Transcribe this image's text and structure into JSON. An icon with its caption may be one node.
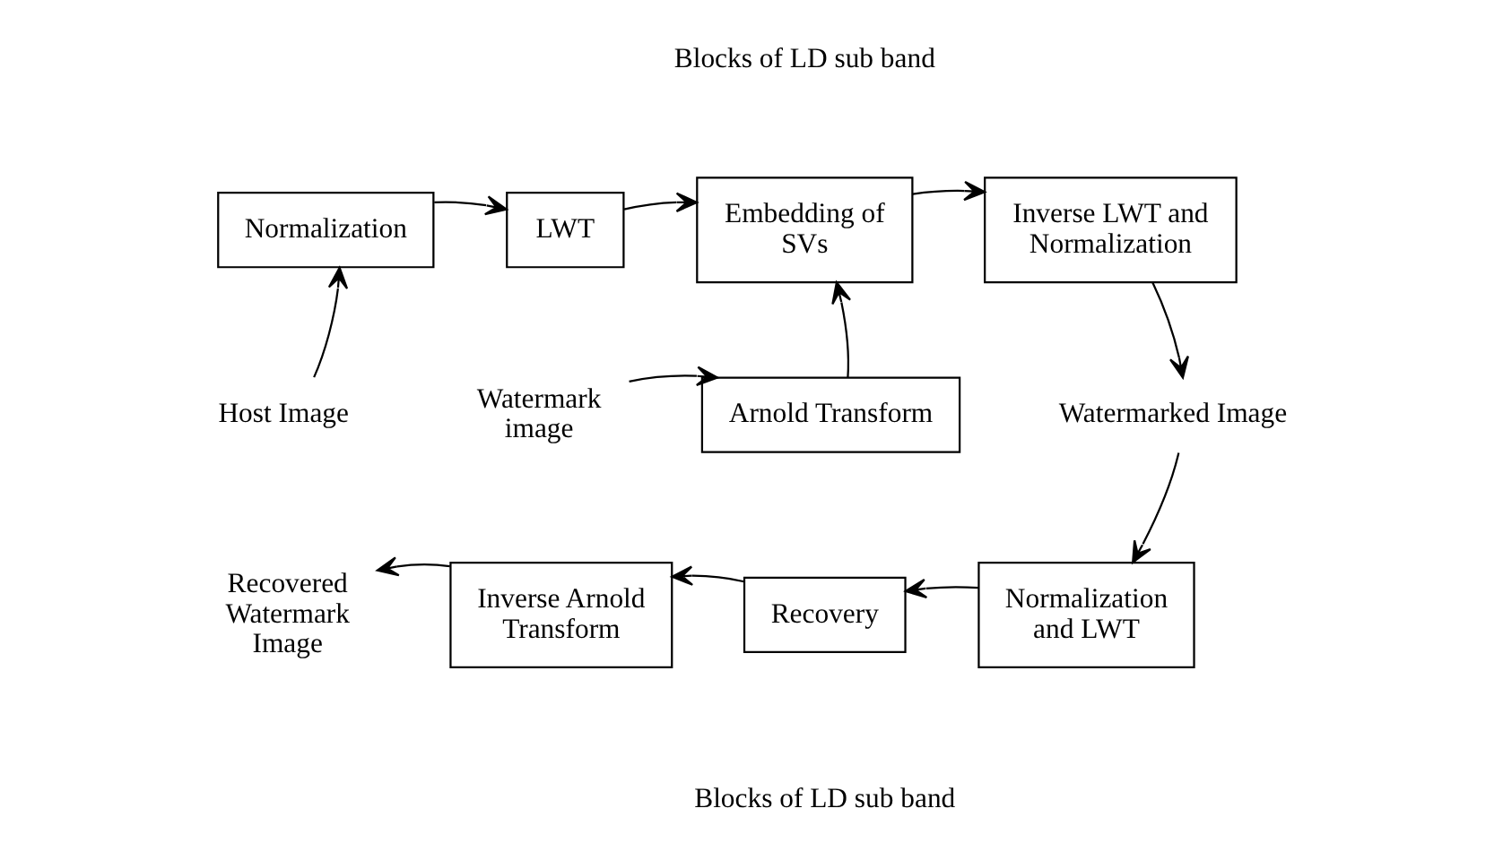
{
  "diagram": {
    "nodes": [
      {
        "text": [
          "Normalization"
        ]
      },
      {
        "text": [
          "LWT"
        ]
      },
      {
        "text": [
          "Embedding of SVs"
        ]
      },
      {
        "text": [
          "Inverse LWT and Normalization"
        ]
      },
      {
        "text": [
          "Host Image"
        ]
      },
      {
        "text": [
          "Watermark image"
        ]
      },
      {
        "text": [
          "Arnold Transform"
        ]
      },
      {
        "text": [
          "Watermarked Image"
        ]
      },
      {
        "text": [
          "Normalization and LWT"
        ]
      },
      {
        "text": [
          "Recovery"
        ]
      },
      {
        "text": [
          "Inverse Arnold Transform"
        ]
      },
      {
        "text": [
          "Recovered Watermark Image"
        ]
      }
    ],
    "edges": [
      {
        "from": 0,
        "to": 1,
        "arrow": "to"
      },
      {
        "from": 1,
        "to": 2,
        "arrow": "to"
      },
      {
        "from": 2,
        "to": 3,
        "arrow": "to"
      },
      {
        "from": 4,
        "to": 0,
        "arrow": "to"
      },
      {
        "from": 5,
        "to": 6,
        "arrow": "to"
      },
      {
        "from": 6,
        "to": 2,
        "arrow": "to"
      },
      {
        "from": 3,
        "to": 7,
        "arrow": "to"
      },
      {
        "from": 7,
        "to": 8,
        "arrow": "to"
      },
      {
        "from": 8,
        "to": 9,
        "arrow": "to"
      },
      {
        "from": 9,
        "to": 10,
        "arrow": "to"
      },
      {
        "from": 10,
        "to": 11,
        "arrow": "to"
      }
    ],
    "labels": [
      "Blocks of LD sub band",
      "Blocks of LD sub band"
    ]
  }
}
